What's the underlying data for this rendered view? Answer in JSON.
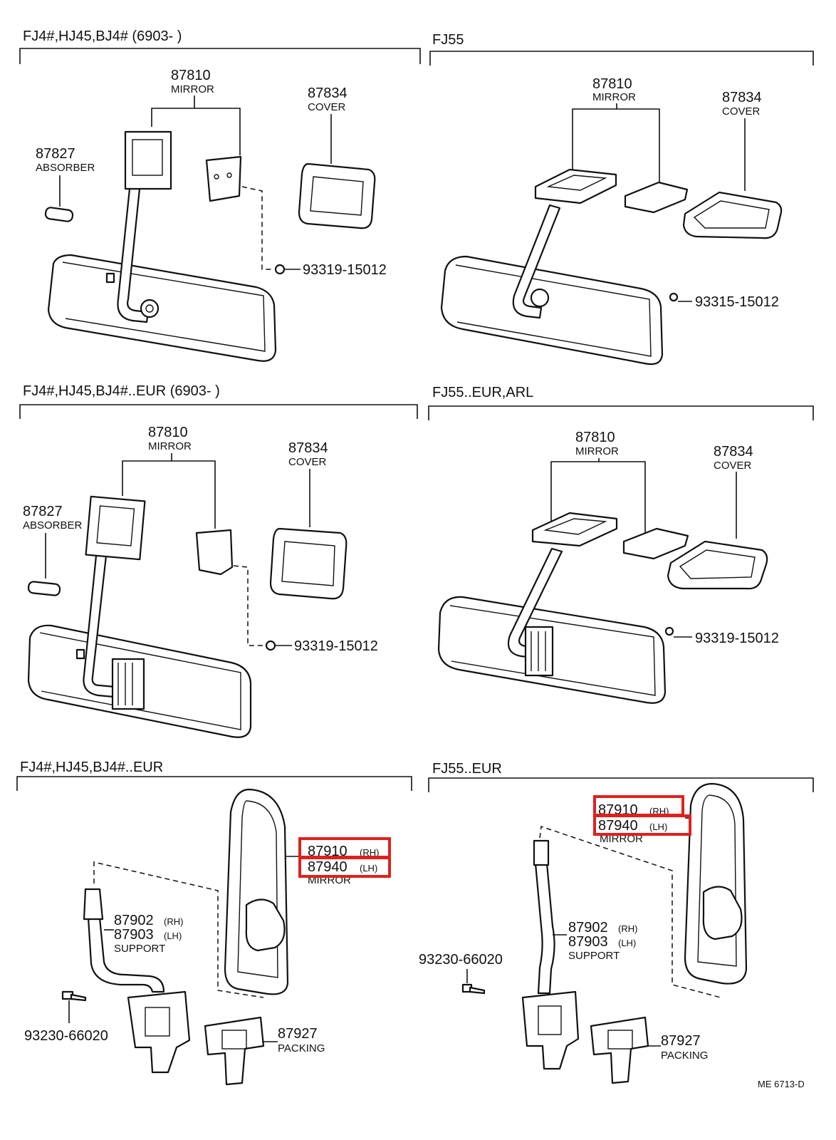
{
  "sections": [
    {
      "id": "s1",
      "title": "FJ4#,HJ45,BJ4# (6903-      )"
    },
    {
      "id": "s2",
      "title": "FJ55"
    },
    {
      "id": "s3",
      "title": "FJ4#,HJ45,BJ4#..EUR (6903-      )"
    },
    {
      "id": "s4",
      "title": "FJ55..EUR,ARL"
    },
    {
      "id": "s5",
      "title": "FJ4#,HJ45,BJ4#..EUR"
    },
    {
      "id": "s6",
      "title": "FJ55..EUR"
    }
  ],
  "s1": {
    "mirror_pn": "87810",
    "mirror_nm": "MIRROR",
    "cover_pn": "87834",
    "cover_nm": "COVER",
    "absorber_pn": "87827",
    "absorber_nm": "ABSORBER",
    "screw": "93319-15012"
  },
  "s2": {
    "mirror_pn": "87810",
    "mirror_nm": "MIRROR",
    "cover_pn": "87834",
    "cover_nm": "COVER",
    "screw": "93315-15012"
  },
  "s3": {
    "mirror_pn": "87810",
    "mirror_nm": "MIRROR",
    "cover_pn": "87834",
    "cover_nm": "COVER",
    "absorber_pn": "87827",
    "absorber_nm": "ABSORBER",
    "screw": "93319-15012"
  },
  "s4": {
    "mirror_pn": "87810",
    "mirror_nm": "MIRROR",
    "cover_pn": "87834",
    "cover_nm": "COVER",
    "screw": "93319-15012"
  },
  "s5": {
    "mirror_rh": "87910",
    "mirror_rh_side": "(RH)",
    "mirror_lh": "87940",
    "mirror_lh_side": "(LH)",
    "mirror_nm": "MIRROR",
    "support_rh": "87902",
    "support_rh_side": "(RH)",
    "support_lh": "87903",
    "support_lh_side": "(LH)",
    "support_nm": "SUPPORT",
    "bolt": "93230-66020",
    "packing_pn": "87927",
    "packing_nm": "PACKING"
  },
  "s6": {
    "mirror_rh": "87910",
    "mirror_rh_side": "(RH)",
    "mirror_lh": "87940",
    "mirror_lh_side": "(LH)",
    "mirror_nm": "MIRROR",
    "support_rh": "87902",
    "support_rh_side": "(RH)",
    "support_lh": "87903",
    "support_lh_side": "(LH)",
    "support_nm": "SUPPORT",
    "bolt": "93230-66020",
    "packing_pn": "87927",
    "packing_nm": "PACKING"
  },
  "footer_code": "ME 6713-D",
  "colors": {
    "ink": "#111111",
    "highlight": "#e0201c",
    "paper": "#ffffff"
  }
}
